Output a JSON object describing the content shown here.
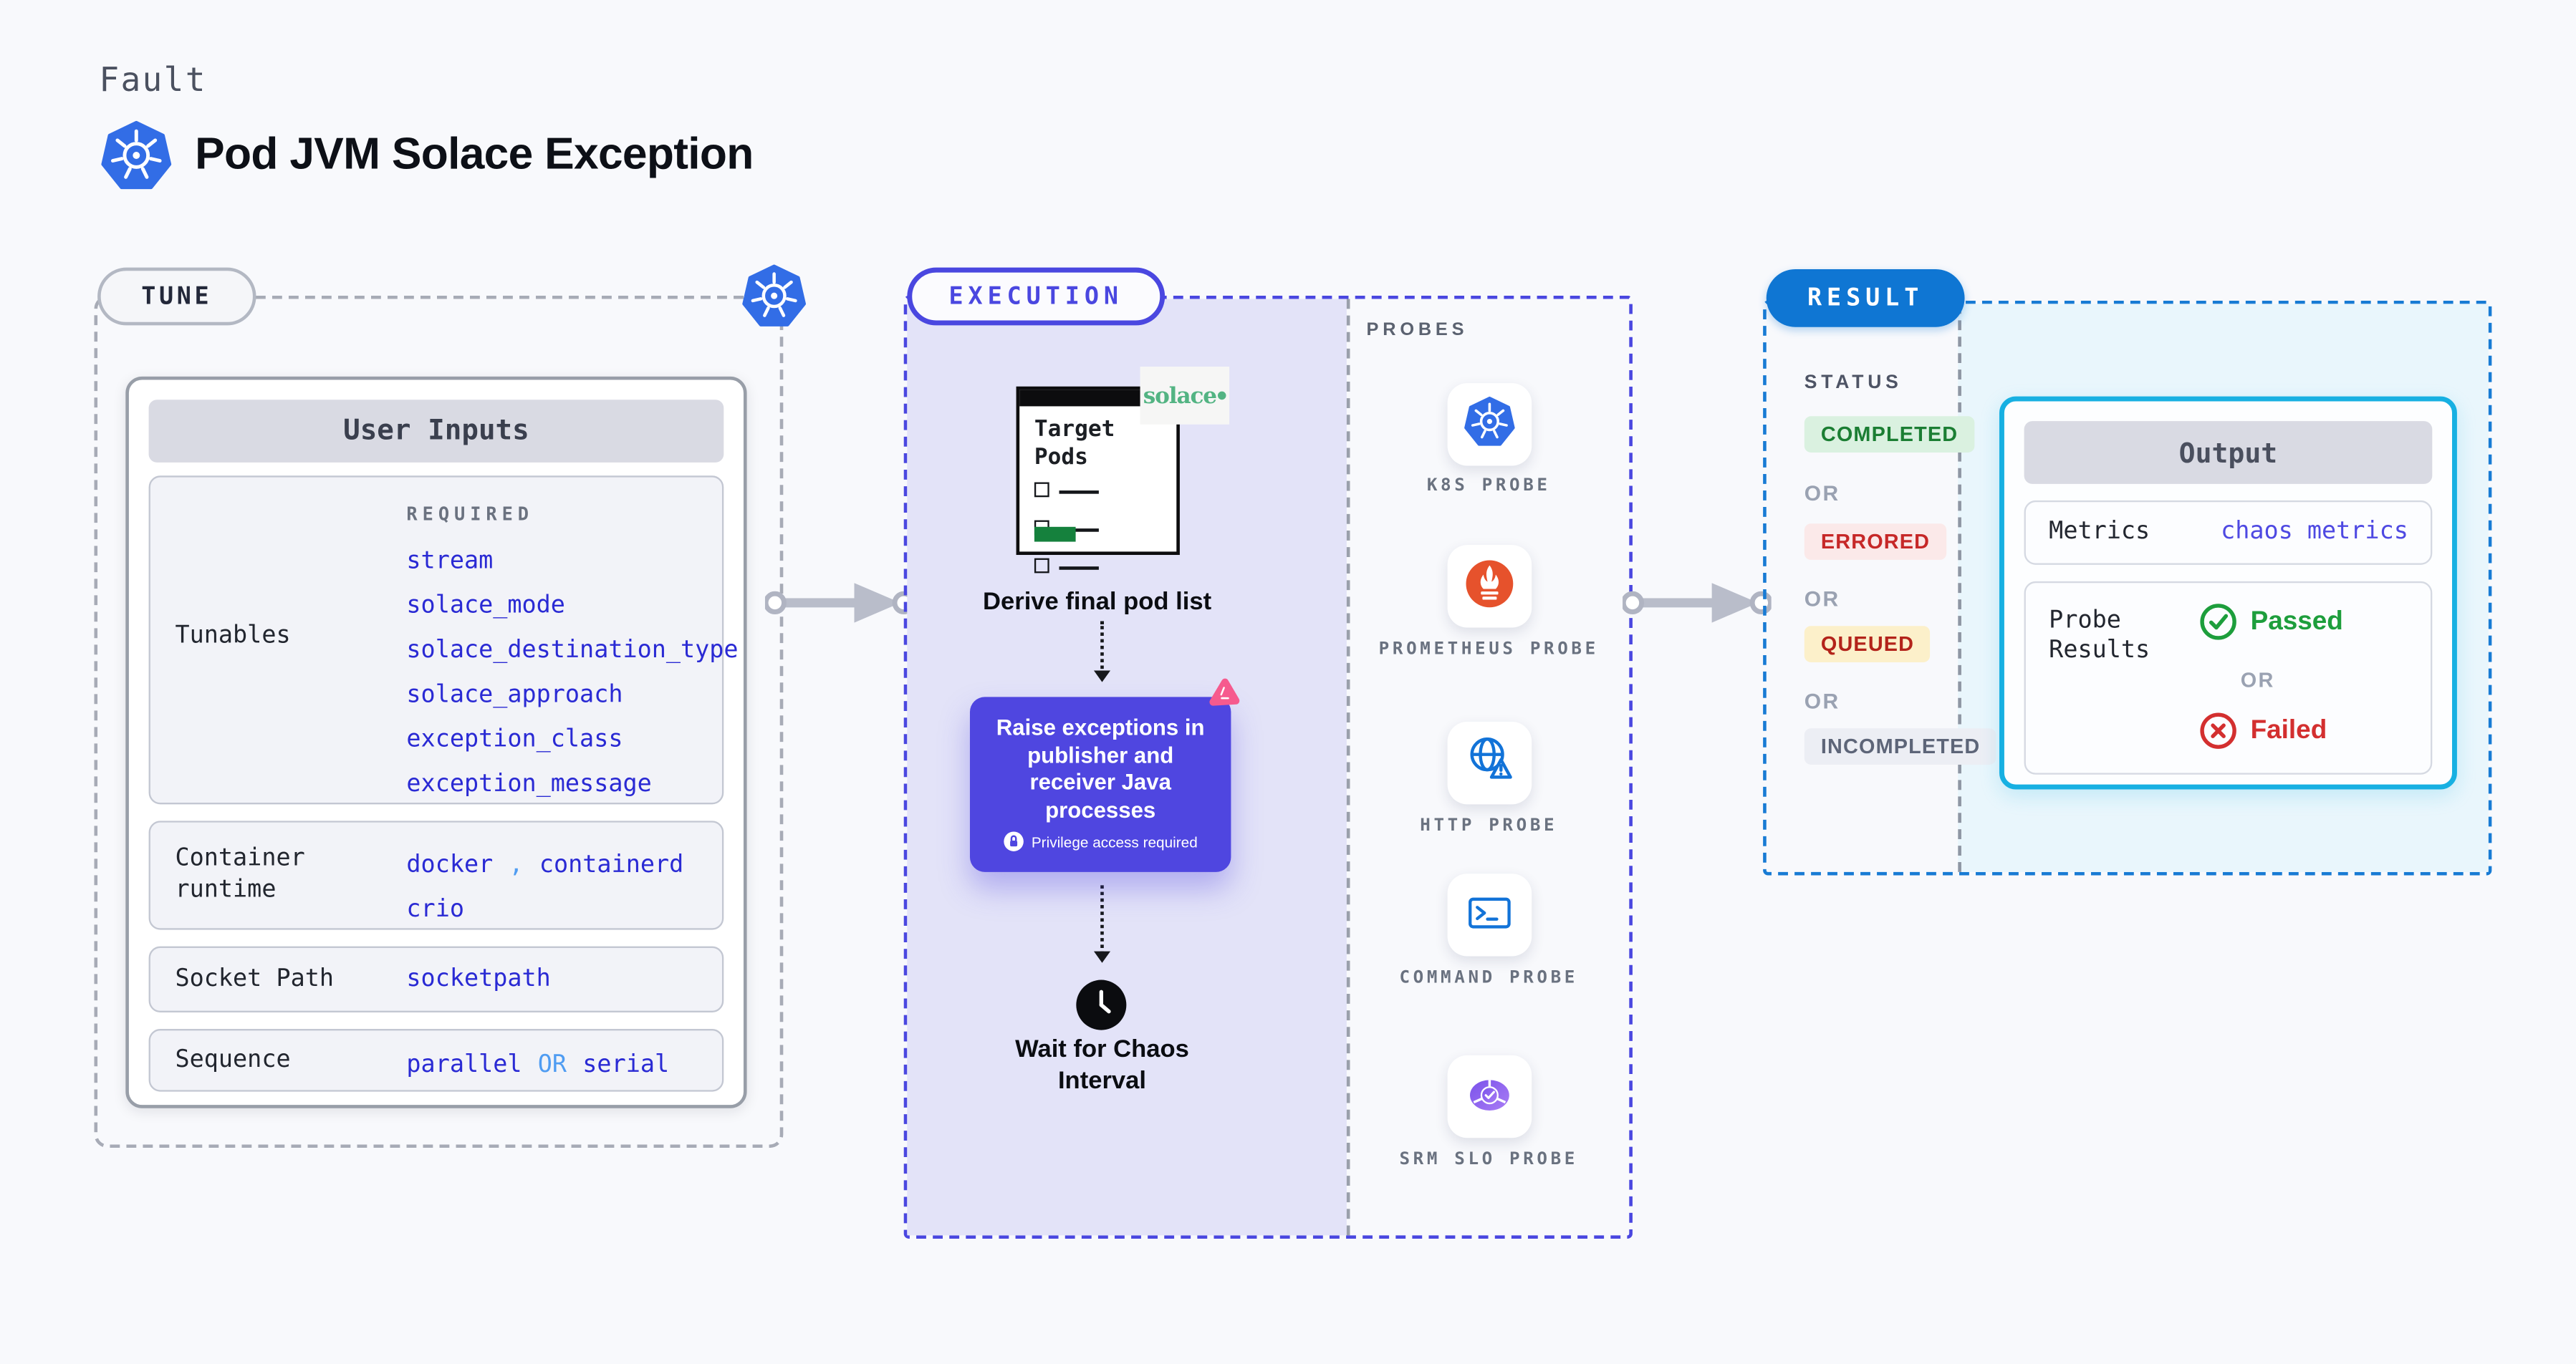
{
  "header": {
    "kicker": "Fault",
    "title": "Pod JVM Solace Exception"
  },
  "tune": {
    "pill": "TUNE",
    "card_title": "User Inputs",
    "required_label": "REQUIRED",
    "tunables_label": "Tunables",
    "tunables_values": [
      "stream",
      "solace_mode",
      "solace_destination_type",
      "solace_approach",
      "exception_class",
      "exception_message"
    ],
    "container_runtime_label": "Container runtime",
    "container_runtime_value_1": "docker",
    "container_runtime_separator": ",",
    "container_runtime_value_2": "containerd",
    "container_runtime_value_3": "crio",
    "socket_path_label": "Socket Path",
    "socket_path_value": "socketpath",
    "sequence_label": "Sequence",
    "sequence_value_1": "parallel",
    "sequence_or": "OR",
    "sequence_value_2": "serial"
  },
  "execution": {
    "pill": "EXECUTION",
    "window_title": "Target Pods",
    "solace_logo_text": "solace",
    "step_derive": "Derive final pod list",
    "action_text": "Raise exceptions in publisher and receiver Java processes",
    "privilege_note": "Privilege access required",
    "step_wait": "Wait for Chaos Interval"
  },
  "probes": {
    "heading": "PROBES",
    "items": [
      {
        "name": "K8S PROBE",
        "icon": "kubernetes-icon"
      },
      {
        "name": "PROMETHEUS PROBE",
        "icon": "prometheus-icon"
      },
      {
        "name": "HTTP PROBE",
        "icon": "http-globe-warning-icon"
      },
      {
        "name": "COMMAND PROBE",
        "icon": "terminal-icon"
      },
      {
        "name": "SRM SLO PROBE",
        "icon": "slo-pie-check-icon"
      }
    ]
  },
  "result": {
    "pill": "RESULT",
    "status_heading": "STATUS",
    "or_label": "OR",
    "statuses": [
      {
        "label": "COMPLETED",
        "bg": "#daf1e0",
        "color": "#1b7e33"
      },
      {
        "label": "ERRORED",
        "bg": "#fbe9e9",
        "color": "#c62828"
      },
      {
        "label": "QUEUED",
        "bg": "#fcf0ca",
        "color": "#b3231a"
      },
      {
        "label": "INCOMPLETED",
        "bg": "#eceef4",
        "color": "#5d6578"
      }
    ],
    "output": {
      "title": "Output",
      "metrics_label": "Metrics",
      "metrics_value": "chaos metrics",
      "probe_results_label": "Probe Results",
      "passed_label": "Passed",
      "or_label": "OR",
      "failed_label": "Failed"
    }
  },
  "colors": {
    "page_bg": "#f8f9fc",
    "kubernetes_blue": "#326de6",
    "execution_indigo": "#4a47e0",
    "execution_fill": "#e3e3f8",
    "action_box": "#4f46e0",
    "litmus_pink": "#f65a8e",
    "solace_green": "#53b483",
    "prometheus_orange": "#e6522c",
    "probe_icon_blue": "#1273d8",
    "srm_purple": "#8b5cf6",
    "result_blue": "#0f76d3",
    "output_border_cyan": "#17b0e2",
    "value_blue": "#2a2ad4",
    "value_light_blue": "#4f9cf2",
    "passed_green": "#1d9e3c",
    "failed_red": "#d32f2f"
  }
}
